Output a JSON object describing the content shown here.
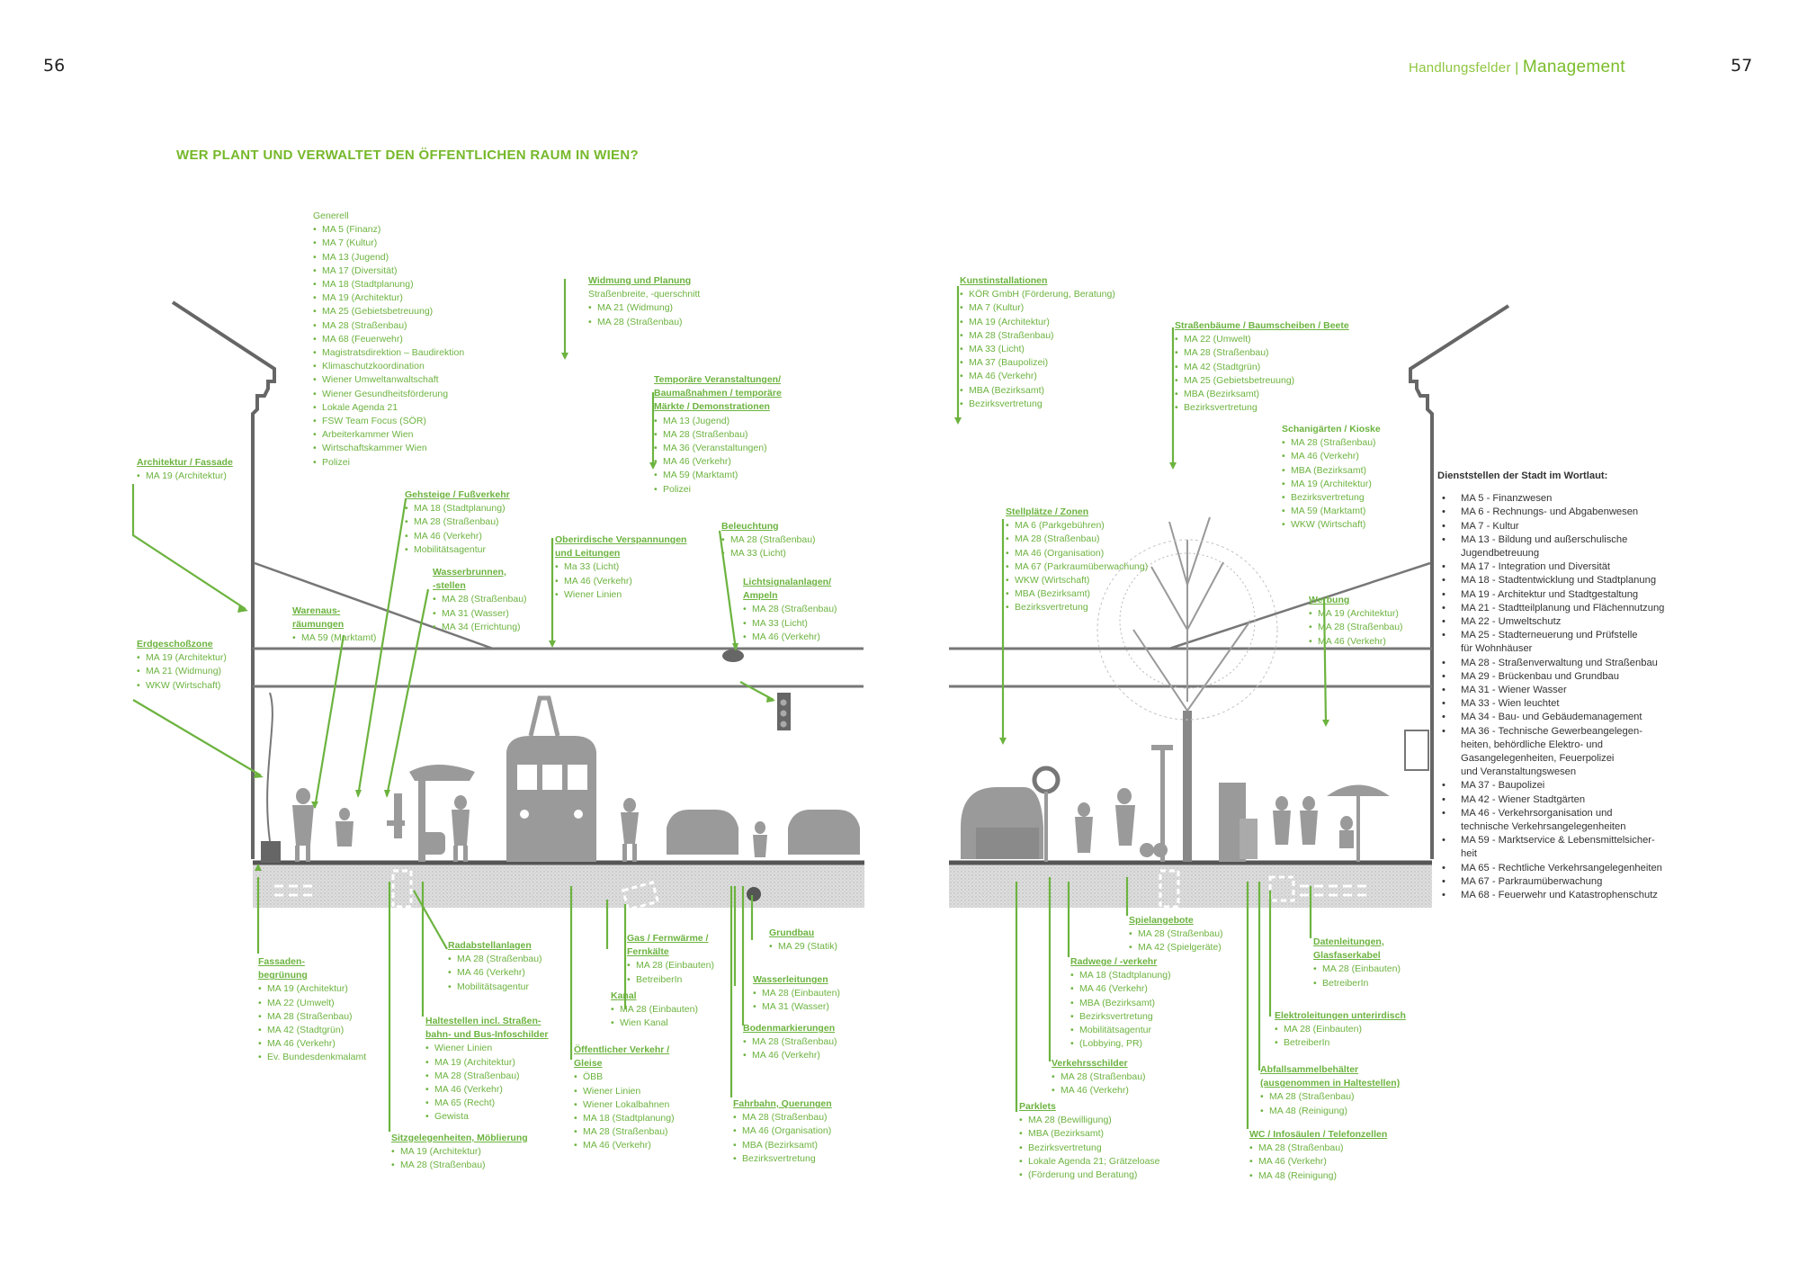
{
  "page_left": "56",
  "page_right": "57",
  "header": {
    "section": "Handlungsfelder",
    "separator": "|",
    "title": "Management"
  },
  "title": "WER PLANT UND VERWALTET DEN ÖFFENTLICHEN RAUM IN WIEN?",
  "blocks": [
    {
      "id": "generell",
      "heading": "Generell",
      "items": [
        "MA 5 (Finanz)",
        "MA 7 (Kultur)",
        "MA 13 (Jugend)",
        "MA 17 (Diversität)",
        "MA 18 (Stadtplanung)",
        "MA 19 (Architektur)",
        "MA 25 (Gebietsbetreuung)",
        "MA 28 (Straßenbau)",
        "MA 68 (Feuerwehr)",
        "Magistratsdirektion – Baudirektion",
        "Klimaschutzkoordination",
        "Wiener Umweltanwaltschaft",
        "Wiener Gesundheitsförderung",
        "Lokale Agenda 21",
        "FSW Team Focus (SÖR)",
        "Arbeiterkammer Wien",
        "Wirtschaftskammer Wien",
        "Polizei"
      ]
    },
    {
      "id": "architektur",
      "title": [
        "Architektur / Fassade"
      ],
      "items": [
        "MA 19 (Architektur)"
      ]
    },
    {
      "id": "widmung",
      "title": [
        "Widmung und Planung"
      ],
      "heading": "Straßenbreite, -querschnitt",
      "items": [
        "MA 21 (Widmung)",
        "MA 28 (Straßenbau)"
      ]
    },
    {
      "id": "temporaer",
      "title": [
        "Temporäre Veranstaltungen/",
        "Baumaßnahmen / temporäre",
        "Märkte / Demonstrationen"
      ],
      "items": [
        "MA 13 (Jugend)",
        "MA 28 (Straßenbau)",
        "MA 36 (Veranstaltungen)",
        "MA 46 (Verkehr)",
        "MA 59 (Marktamt)",
        "Polizei"
      ]
    },
    {
      "id": "gehsteige",
      "title": [
        "Gehsteige / Fußverkehr"
      ],
      "items": [
        "MA 18 (Stadtplanung)",
        "MA 28 (Straßenbau)",
        "MA 46 (Verkehr)",
        "Mobilitätsagentur"
      ]
    },
    {
      "id": "oberirdisch",
      "title": [
        "Oberirdische Verspannungen",
        "und Leitungen"
      ],
      "items": [
        "Ma 33 (Licht)",
        "MA 46 (Verkehr)",
        "Wiener Linien"
      ]
    },
    {
      "id": "beleuchtung",
      "title": [
        "Beleuchtung"
      ],
      "items": [
        "MA 28 (Straßenbau)",
        "MA 33 (Licht)"
      ]
    },
    {
      "id": "wasserbrunnen",
      "title": [
        "Wasserbrunnen,",
        "-stellen"
      ],
      "items": [
        "MA 28 (Straßenbau)",
        "MA 31 (Wasser)",
        "MA 34 (Errichtung)"
      ]
    },
    {
      "id": "lichtsignal",
      "title": [
        "Lichtsignalanlagen/",
        "Ampeln"
      ],
      "items": [
        "MA 28 (Straßenbau)",
        "MA 33 (Licht)",
        "MA 46 (Verkehr)"
      ]
    },
    {
      "id": "warenaus",
      "title": [
        "Warenaus-",
        "räumungen"
      ],
      "items": [
        "MA 59 (Marktamt)"
      ]
    },
    {
      "id": "erdgeschoss",
      "title": [
        "Erdgeschoßzone"
      ],
      "items": [
        "MA 19 (Architektur)",
        "MA 21 (Widmung)",
        "WKW (Wirtschaft)"
      ]
    },
    {
      "id": "fassadenbegr",
      "title": [
        "Fassaden-",
        "begrünung"
      ],
      "items": [
        "MA 19 (Architektur)",
        "MA 22 (Umwelt)",
        "MA 28 (Straßenbau)",
        "MA 42 (Stadtgrün)",
        "MA 46 (Verkehr)",
        "Ev. Bundesdenkmalamt"
      ]
    },
    {
      "id": "radabstell",
      "title": [
        "Radabstellanlagen"
      ],
      "items": [
        "MA 28 (Straßenbau)",
        "MA 46 (Verkehr)",
        "Mobilitätsagentur"
      ]
    },
    {
      "id": "haltestellen",
      "title": [
        "Haltestellen incl. Straßen-",
        "bahn- und Bus-Infoschilder"
      ],
      "items": [
        "Wiener Linien",
        "MA 19 (Architektur)",
        "MA 28 (Straßenbau)",
        "MA 46 (Verkehr)",
        "MA 65 (Recht)",
        "Gewista"
      ]
    },
    {
      "id": "sitz",
      "title": [
        "Sitzgelegenheiten, Möblierung"
      ],
      "items": [
        "MA 19 (Architektur)",
        "MA 28 (Straßenbau)"
      ]
    },
    {
      "id": "gas",
      "title": [
        "Gas / Fernwärme /",
        "Fernkälte"
      ],
      "items": [
        "MA 28 (Einbauten)",
        "BetreiberIn"
      ]
    },
    {
      "id": "kanal",
      "title": [
        "Kanal"
      ],
      "items": [
        "MA 28 (Einbauten)",
        "Wien Kanal"
      ]
    },
    {
      "id": "oev",
      "title": [
        "Öffentlicher Verkehr /",
        "Gleise"
      ],
      "items": [
        "ÖBB",
        "Wiener Linien",
        "Wiener Lokalbahnen",
        "MA 18 (Stadtplanung)",
        "MA 28 (Straßenbau)",
        "MA 46 (Verkehr)"
      ]
    },
    {
      "id": "grundbau",
      "title": [
        "Grundbau"
      ],
      "items": [
        "MA 29 (Statik)"
      ]
    },
    {
      "id": "wasserleitungen",
      "title": [
        "Wasserleitungen"
      ],
      "items": [
        "MA 28 (Einbauten)",
        "MA 31 (Wasser)"
      ]
    },
    {
      "id": "bodenmark",
      "title": [
        "Bodenmarkierungen"
      ],
      "items": [
        "MA 28 (Straßenbau)",
        "MA 46 (Verkehr)"
      ]
    },
    {
      "id": "fahrbahn",
      "title": [
        "Fahrbahn, Querungen"
      ],
      "items": [
        "MA 28 (Straßenbau)",
        "MA 46 (Organisation)",
        "MBA (Bezirksamt)",
        "Bezirksvertretung"
      ]
    },
    {
      "id": "kunst",
      "title": [
        "Kunstinstallationen"
      ],
      "items": [
        "KÖR GmbH (Förderung, Beratung)",
        "MA 7 (Kultur)",
        "MA 19 (Architektur)",
        "MA 28 (Straßenbau)",
        "MA 33 (Licht)",
        "MA 37 (Baupolizei)",
        "MA 46 (Verkehr)",
        "MBA (Bezirksamt)",
        "Bezirksvertretung"
      ]
    },
    {
      "id": "baeume",
      "title": [
        "Straßenbäume / Baumscheiben / Beete"
      ],
      "items": [
        "MA 22 (Umwelt)",
        "MA 28 (Straßenbau)",
        "MA 42 (Stadtgrün)",
        "MA 25 (Gebietsbetreuung)",
        "MBA (Bezirksamt)",
        "Bezirksvertretung"
      ]
    },
    {
      "id": "schani",
      "heading": "Schanigärten / Kioske",
      "items": [
        "MA 28 (Straßenbau)",
        "MA 46 (Verkehr)",
        "MBA (Bezirksamt)",
        "MA 19 (Architektur)",
        "Bezirksvertretung",
        "MA 59 (Marktamt)",
        "WKW (Wirtschaft)"
      ]
    },
    {
      "id": "stellplaetze",
      "title": [
        "Stellplätze / Zonen"
      ],
      "items": [
        "MA 6 (Parkgebühren)",
        "MA 28 (Straßenbau)",
        "MA 46 (Organisation)",
        "MA 67 (Parkraumüberwachung)",
        "WKW (Wirtschaft)",
        "MBA (Bezirksamt)",
        "Bezirksvertretung"
      ]
    },
    {
      "id": "werbung",
      "title": [
        "Werbung"
      ],
      "items": [
        "MA 19 (Architektur)",
        "MA 28 (Straßenbau)",
        "MA 46 (Verkehr)"
      ]
    },
    {
      "id": "spiel",
      "title": [
        "Spielangebote"
      ],
      "items": [
        "MA 28 (Straßenbau)",
        "MA 42 (Spielgeräte)"
      ]
    },
    {
      "id": "radwege",
      "title": [
        "Radwege / -verkehr"
      ],
      "items": [
        "MA 18 (Stadtplanung)",
        "MA 46 (Verkehr)",
        "MBA (Bezirksamt)",
        "Bezirksvertretung",
        "Mobilitätsagentur",
        "(Lobbying, PR)"
      ]
    },
    {
      "id": "verkehrsschilder",
      "title": [
        "Verkehrsschilder"
      ],
      "items": [
        "MA 28 (Straßenbau)",
        "MA 46 (Verkehr)"
      ]
    },
    {
      "id": "parklets",
      "title": [
        "Parklets"
      ],
      "items": [
        "MA 28 (Bewilligung)",
        "MBA (Bezirksamt)",
        "Bezirksvertretung",
        "Lokale Agenda 21; Grätzeloase",
        "(Förderung und Beratung)"
      ]
    },
    {
      "id": "daten",
      "title": [
        "Datenleitungen,",
        "Glasfaserkabel"
      ],
      "items": [
        "MA 28 (Einbauten)",
        "BetreiberIn"
      ]
    },
    {
      "id": "elektro",
      "title": [
        "Elektroleitungen unterirdisch"
      ],
      "items": [
        "MA 28 (Einbauten)",
        "BetreiberIn"
      ]
    },
    {
      "id": "abfall",
      "title": [
        "Abfallsammelbehälter",
        "(ausgenommen in Haltestellen)"
      ],
      "items": [
        "MA 28 (Straßenbau)",
        "MA 48 (Reinigung)"
      ]
    },
    {
      "id": "wc",
      "title": [
        "WC / Infosäulen / Telefonzellen"
      ],
      "items": [
        "MA 28 (Straßenbau)",
        "MA 46 (Verkehr)",
        "MA 48 (Reinigung)"
      ]
    }
  ],
  "legend": {
    "title": "Dienststellen der Stadt im Wortlaut:",
    "items": [
      [
        "MA  5 - Finanzwesen"
      ],
      [
        "MA  6 - Rechnungs- und Abgabenwesen"
      ],
      [
        "MA  7 - Kultur"
      ],
      [
        "MA 13 - Bildung und außerschulische",
        "Jugendbetreuung"
      ],
      [
        "MA 17 - Integration und Diversität"
      ],
      [
        "MA 18 - Stadtentwicklung und Stadtplanung"
      ],
      [
        "MA 19 - Architektur und Stadtgestaltung"
      ],
      [
        "MA 21 - Stadtteilplanung und Flächennutzung"
      ],
      [
        "MA 22 - Umweltschutz"
      ],
      [
        "MA 25 - Stadterneuerung und Prüfstelle",
        "für Wohnhäuser"
      ],
      [
        "MA 28 - Straßenverwaltung und Straßenbau"
      ],
      [
        "MA 29 - Brückenbau und Grundbau"
      ],
      [
        "MA 31 - Wiener Wasser"
      ],
      [
        "MA 33 - Wien leuchtet"
      ],
      [
        "MA 34 - Bau- und Gebäudemanagement"
      ],
      [
        "MA 36 - Technische Gewerbeangelegen-",
        "heiten, behördliche Elektro- und",
        "Gasangelegenheiten, Feuerpolizei",
        "und Veranstaltungswesen"
      ],
      [
        "MA 37 - Baupolizei"
      ],
      [
        "MA 42 - Wiener Stadtgärten"
      ],
      [
        "MA 46 - Verkehrsorganisation und",
        "technische Verkehrsangelegenheiten"
      ],
      [
        "MA 59 - Marktservice & Lebensmittelsicher-",
        "heit"
      ],
      [
        "MA 65 - Rechtliche Verkehrsangelegenheiten"
      ],
      [
        "MA 67 - Parkraumüberwachung"
      ],
      [
        "MA 68 - Feuerwehr und Katastrophenschutz"
      ]
    ]
  },
  "colors": {
    "accent": "#6cb33f",
    "silhouette": "#9a9a9a",
    "ground": "#d4d4d4",
    "text": "#333333"
  }
}
